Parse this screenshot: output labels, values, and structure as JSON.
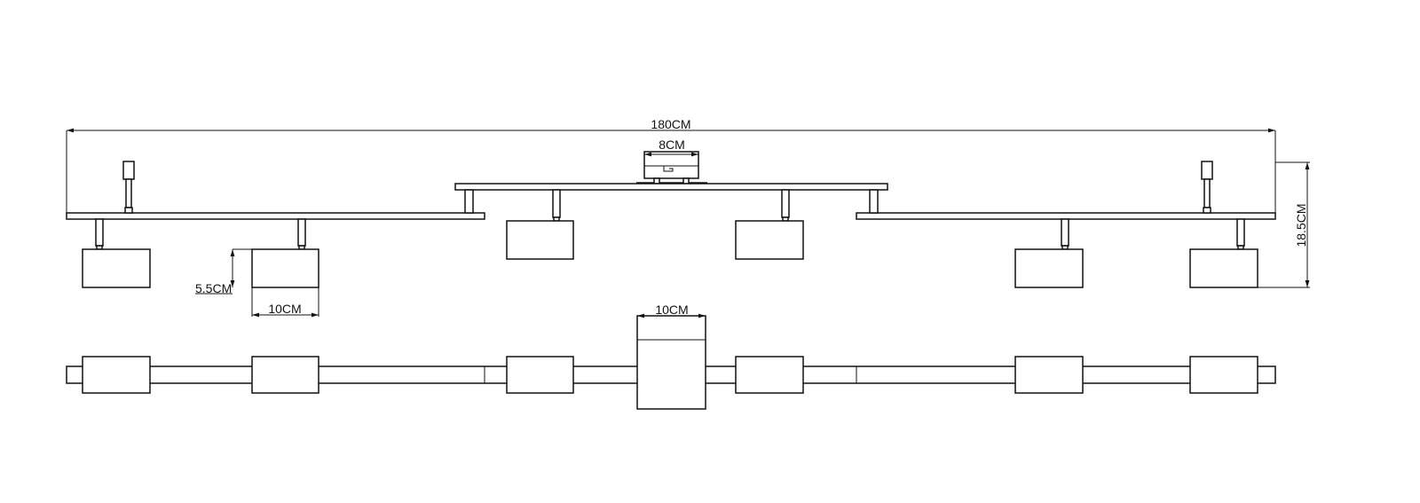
{
  "dimensions": {
    "total_length": "180CM",
    "canopy_width": "8CM",
    "head_height": "5.5CM",
    "head_width": "10CM",
    "total_height": "18.5CM",
    "canopy_bottom_width": "10CM"
  },
  "colors": {
    "line": "#111111",
    "background": "#ffffff"
  }
}
